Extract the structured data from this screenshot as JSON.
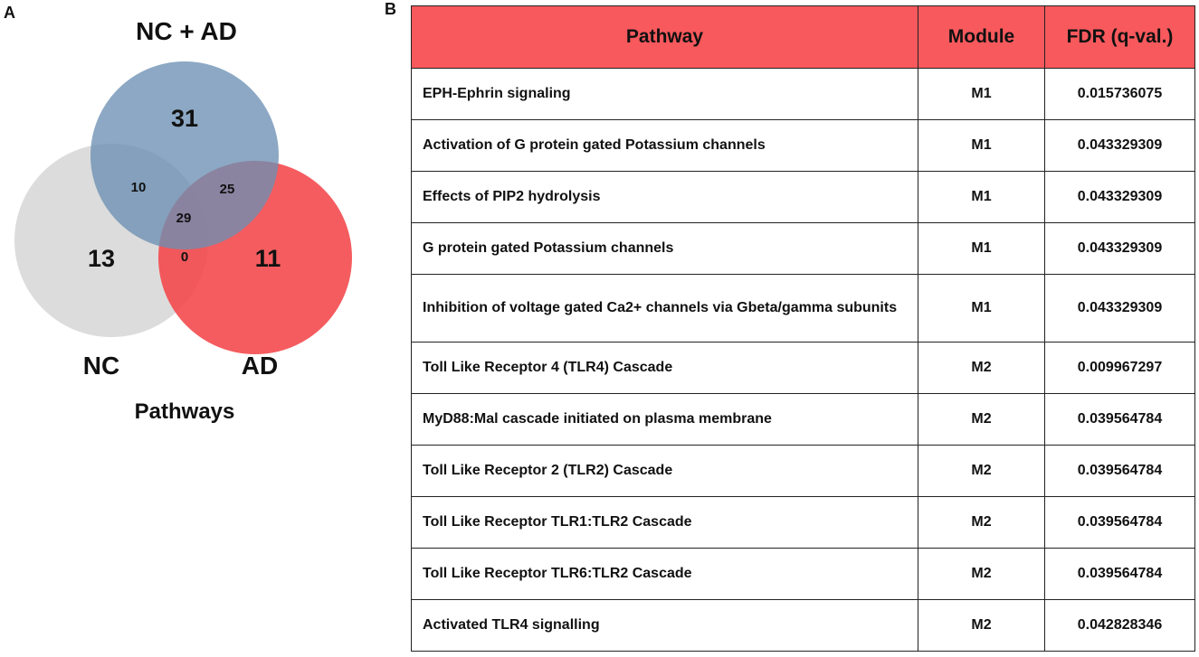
{
  "panel_labels": {
    "a": "A",
    "b": "B"
  },
  "venn": {
    "sets": {
      "nc_ad": {
        "label": "NC + AD",
        "color": "#6c8fb3"
      },
      "nc": {
        "label": "NC",
        "color": "#d4d4d4"
      },
      "ad": {
        "label": "AD",
        "color": "#f44549"
      }
    },
    "regions": {
      "nc_ad_only": "31",
      "nc_only": "13",
      "ad_only": "11",
      "nc_ad_and_nc": "10",
      "nc_ad_and_ad": "25",
      "nc_and_ad": "0",
      "all_three": "29"
    },
    "caption": "Pathways"
  },
  "table": {
    "header_color": "#f8595d",
    "headers": {
      "pathway": "Pathway",
      "module": "Module",
      "fdr": "FDR (q-val.)"
    },
    "rows": [
      {
        "pathway": "EPH-Ephrin signaling",
        "module": "M1",
        "fdr": "0.015736075"
      },
      {
        "pathway": "Activation of G protein gated Potassium channels",
        "module": "M1",
        "fdr": "0.043329309"
      },
      {
        "pathway": "Effects of PIP2 hydrolysis",
        "module": "M1",
        "fdr": "0.043329309"
      },
      {
        "pathway": "G protein gated Potassium channels",
        "module": "M1",
        "fdr": "0.043329309"
      },
      {
        "pathway": "Inhibition  of voltage gated Ca2+ channels via Gbeta/gamma subunits",
        "module": "M1",
        "fdr": "0.043329309"
      },
      {
        "pathway": "Toll Like Receptor 4 (TLR4) Cascade",
        "module": "M2",
        "fdr": "0.009967297"
      },
      {
        "pathway": "MyD88:Mal cascade initiated on plasma membrane",
        "module": "M2",
        "fdr": "0.039564784"
      },
      {
        "pathway": "Toll Like Receptor 2 (TLR2) Cascade",
        "module": "M2",
        "fdr": "0.039564784"
      },
      {
        "pathway": "Toll Like Receptor TLR1:TLR2 Cascade",
        "module": "M2",
        "fdr": "0.039564784"
      },
      {
        "pathway": "Toll Like Receptor TLR6:TLR2 Cascade",
        "module": "M2",
        "fdr": "0.039564784"
      },
      {
        "pathway": "Activated TLR4 signalling",
        "module": "M2",
        "fdr": "0.042828346"
      }
    ]
  }
}
